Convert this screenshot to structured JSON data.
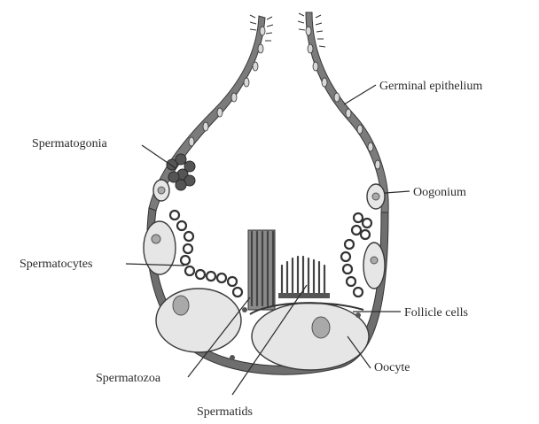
{
  "labels": {
    "germinal_epithelium": "Germinal epithelium",
    "spermatogonia": "Spermatogonia",
    "oogonium": "Oogonium",
    "spermatocytes": "Spermatocytes",
    "follicle_cells": "Follicle cells",
    "oocyte": "Oocyte",
    "spermatozoa": "Spermatozoa",
    "spermatids": "Spermatids"
  }
}
